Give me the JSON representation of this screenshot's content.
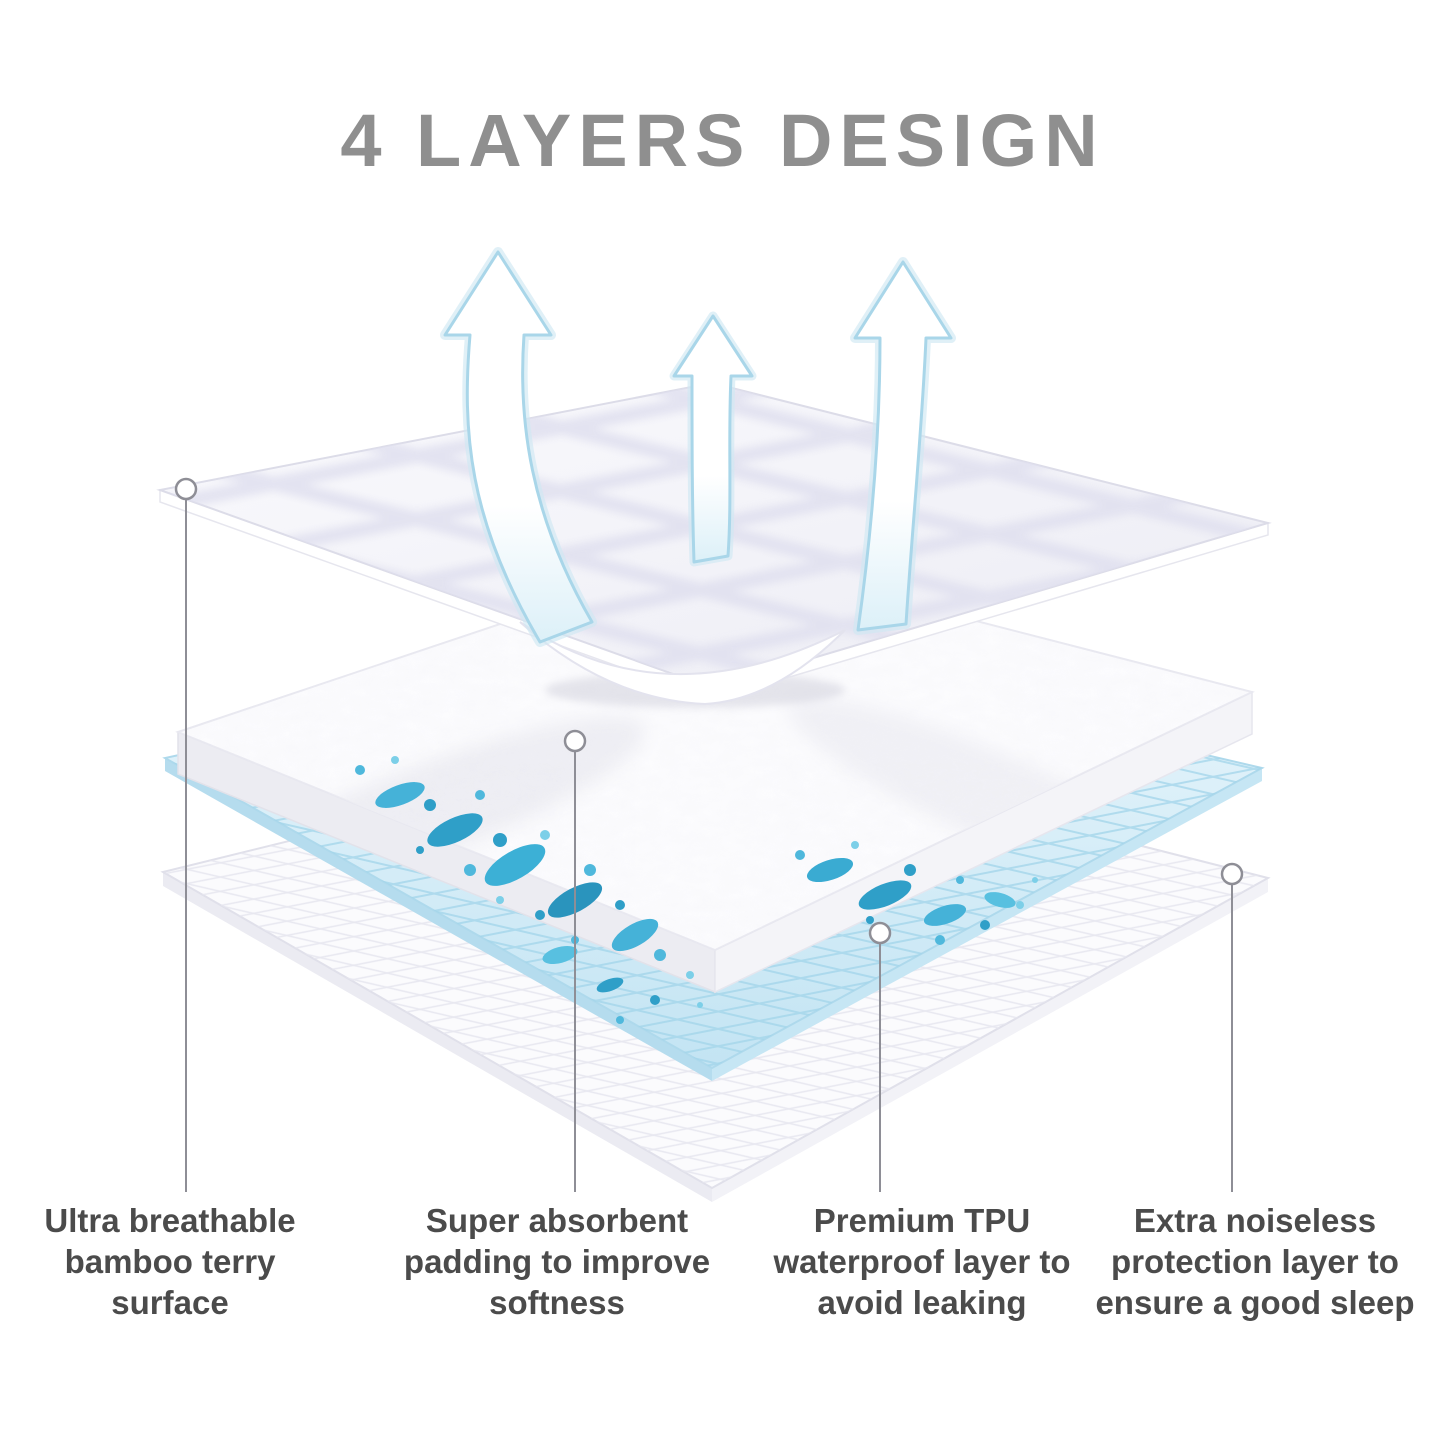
{
  "title": "4 LAYERS DESIGN",
  "labels": [
    {
      "text": "Ultra breathable bamboo terry surface"
    },
    {
      "text": "Super absorbent padding to improve softness"
    },
    {
      "text": "Premium TPU waterproof layer to avoid leaking"
    },
    {
      "text": "Extra noiseless protection layer to ensure a good sleep"
    }
  ],
  "layers": [
    {
      "name": "bamboo-terry-surface"
    },
    {
      "name": "absorbent-padding"
    },
    {
      "name": "tpu-waterproof-layer"
    },
    {
      "name": "noiseless-protection-layer"
    }
  ],
  "colors": {
    "title_gray": "#8f8f8f",
    "label_gray": "#4b4b4b",
    "water_blue": "#35a8cf",
    "tpu_layer_blue": "#cfe9f6",
    "callout_gray": "#8e8e96"
  }
}
